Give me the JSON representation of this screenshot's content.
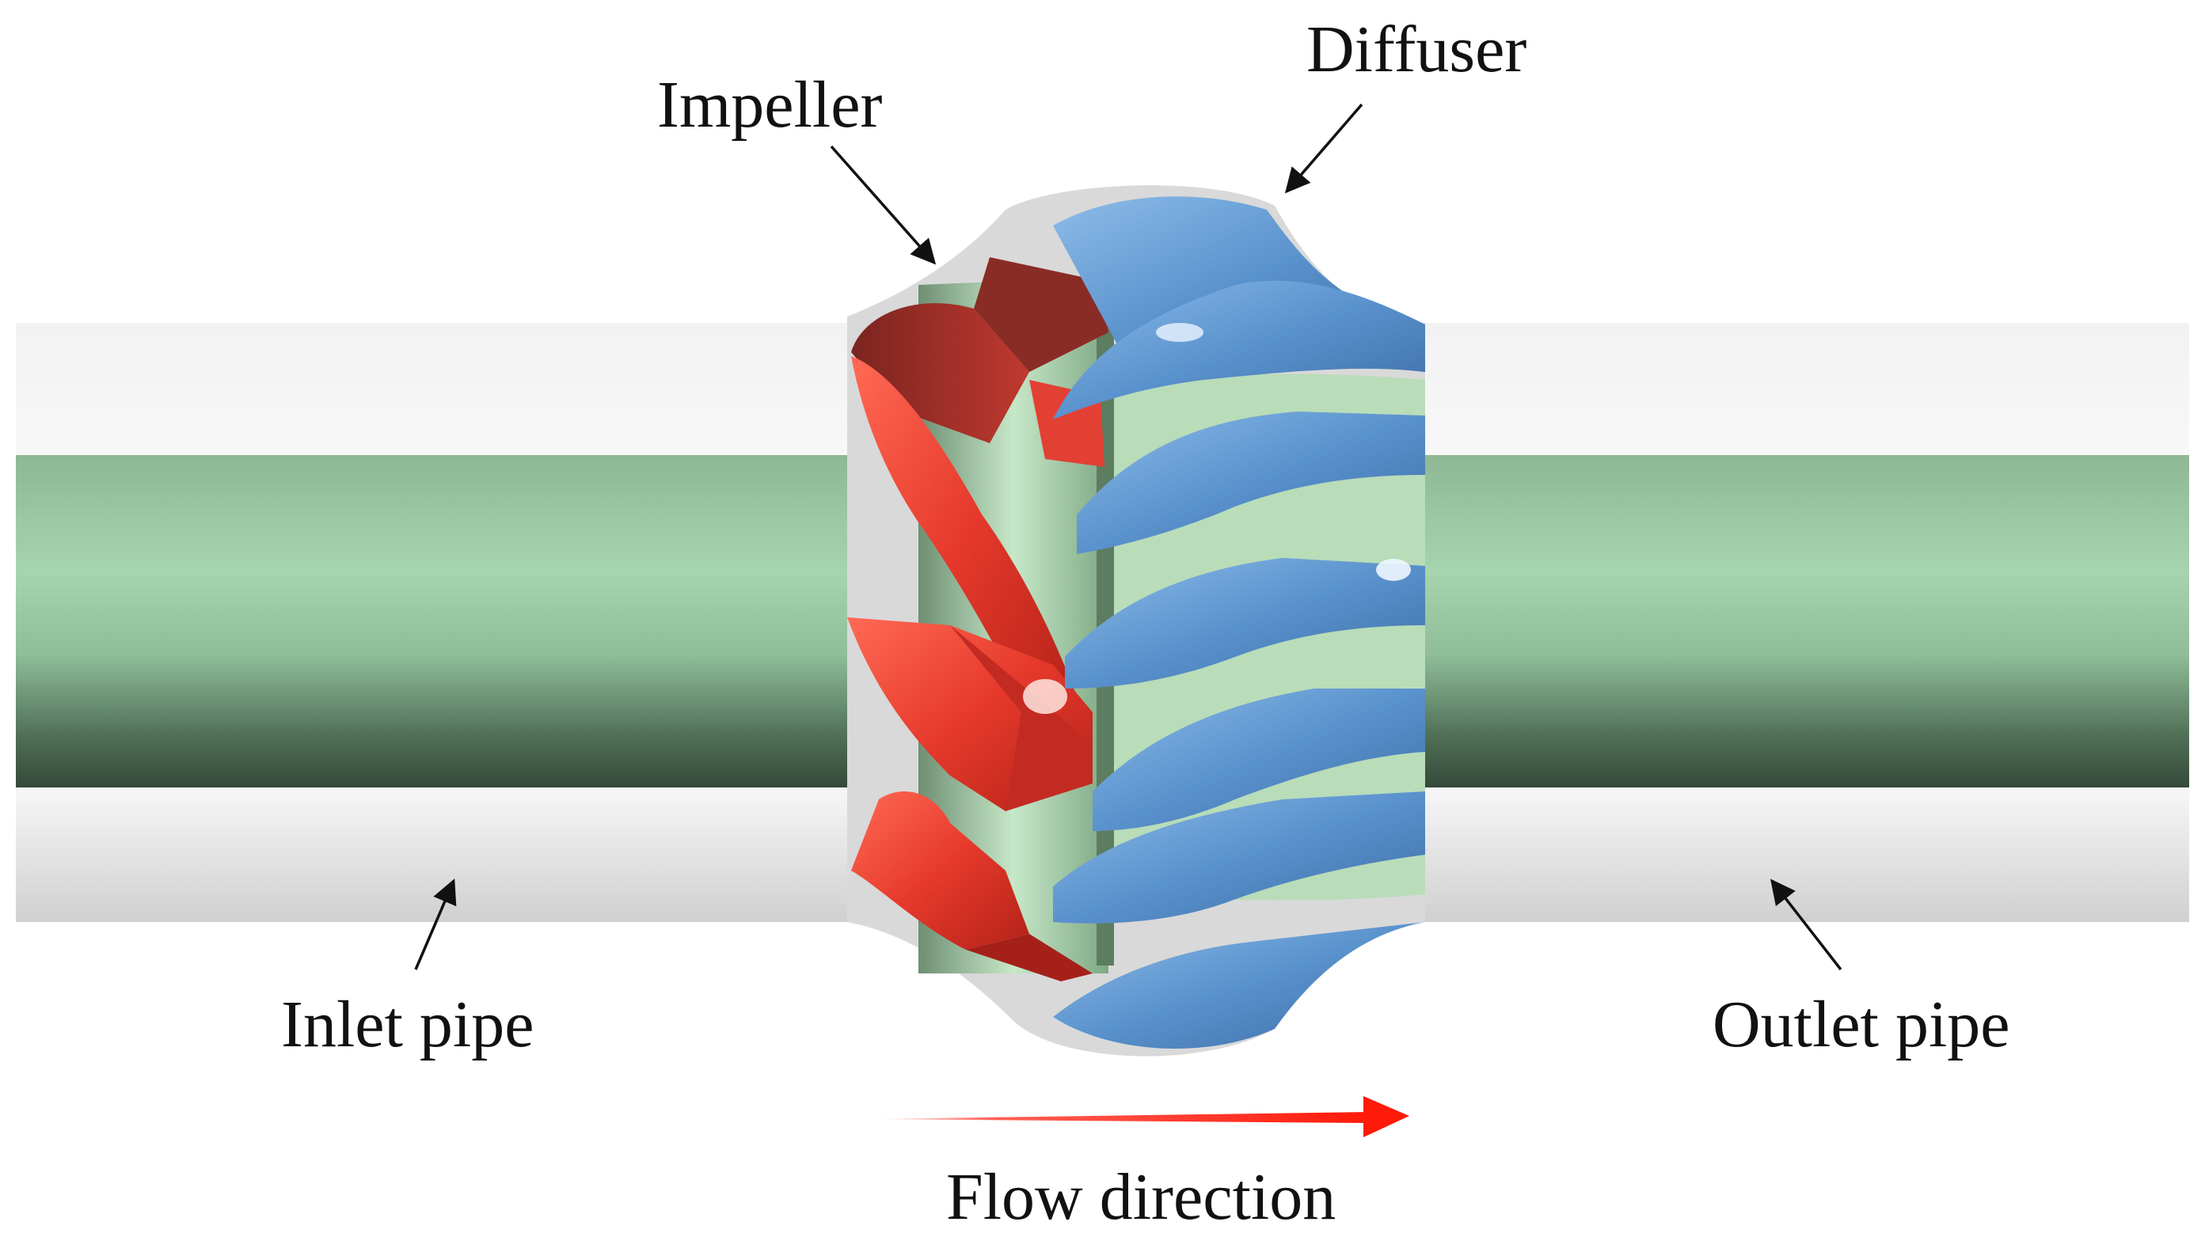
{
  "labels": {
    "impeller": "Impeller",
    "diffuser": "Diffuser",
    "inlet_pipe": "Inlet pipe",
    "outlet_pipe": "Outlet pipe",
    "flow_direction": "Flow direction"
  },
  "colors": {
    "pipe_outer": "#e6e6e6",
    "pipe_core": "#9fcca7",
    "impeller": "#e83a2e",
    "diffuser": "#5b93cf",
    "flow_arrow": "#ff1a0a",
    "text": "#111111"
  }
}
